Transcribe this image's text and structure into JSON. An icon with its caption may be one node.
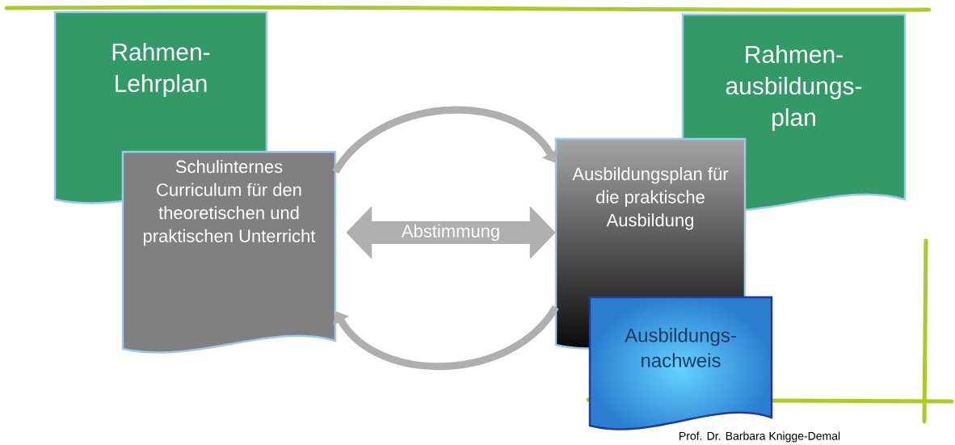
{
  "diagram": {
    "nodes": [
      {
        "text": [
          "Rahmen- Lehrplan"
        ]
      },
      {
        "text": [
          "Schulinternes Curriculum für den theoretischen und praktischen Unterricht"
        ]
      },
      {
        "text": [
          "Rahmen- ausbildungs- plan"
        ]
      },
      {
        "text": [
          "Ausbildungsplan für die praktische Ausbildung"
        ]
      },
      {
        "text": [
          "Ausbildungs- nachweis"
        ]
      }
    ],
    "edges": [
      {
        "from": 1,
        "to": 3,
        "arrow": "both",
        "label": "Abstimmung",
        "style": "thick"
      },
      {
        "from": 1,
        "to": 3,
        "arrow": "to"
      },
      {
        "from": 3,
        "to": 1,
        "arrow": "to"
      }
    ],
    "labels": [
      "Prof. Dr. Barbara Knigge-Demal"
    ]
  }
}
